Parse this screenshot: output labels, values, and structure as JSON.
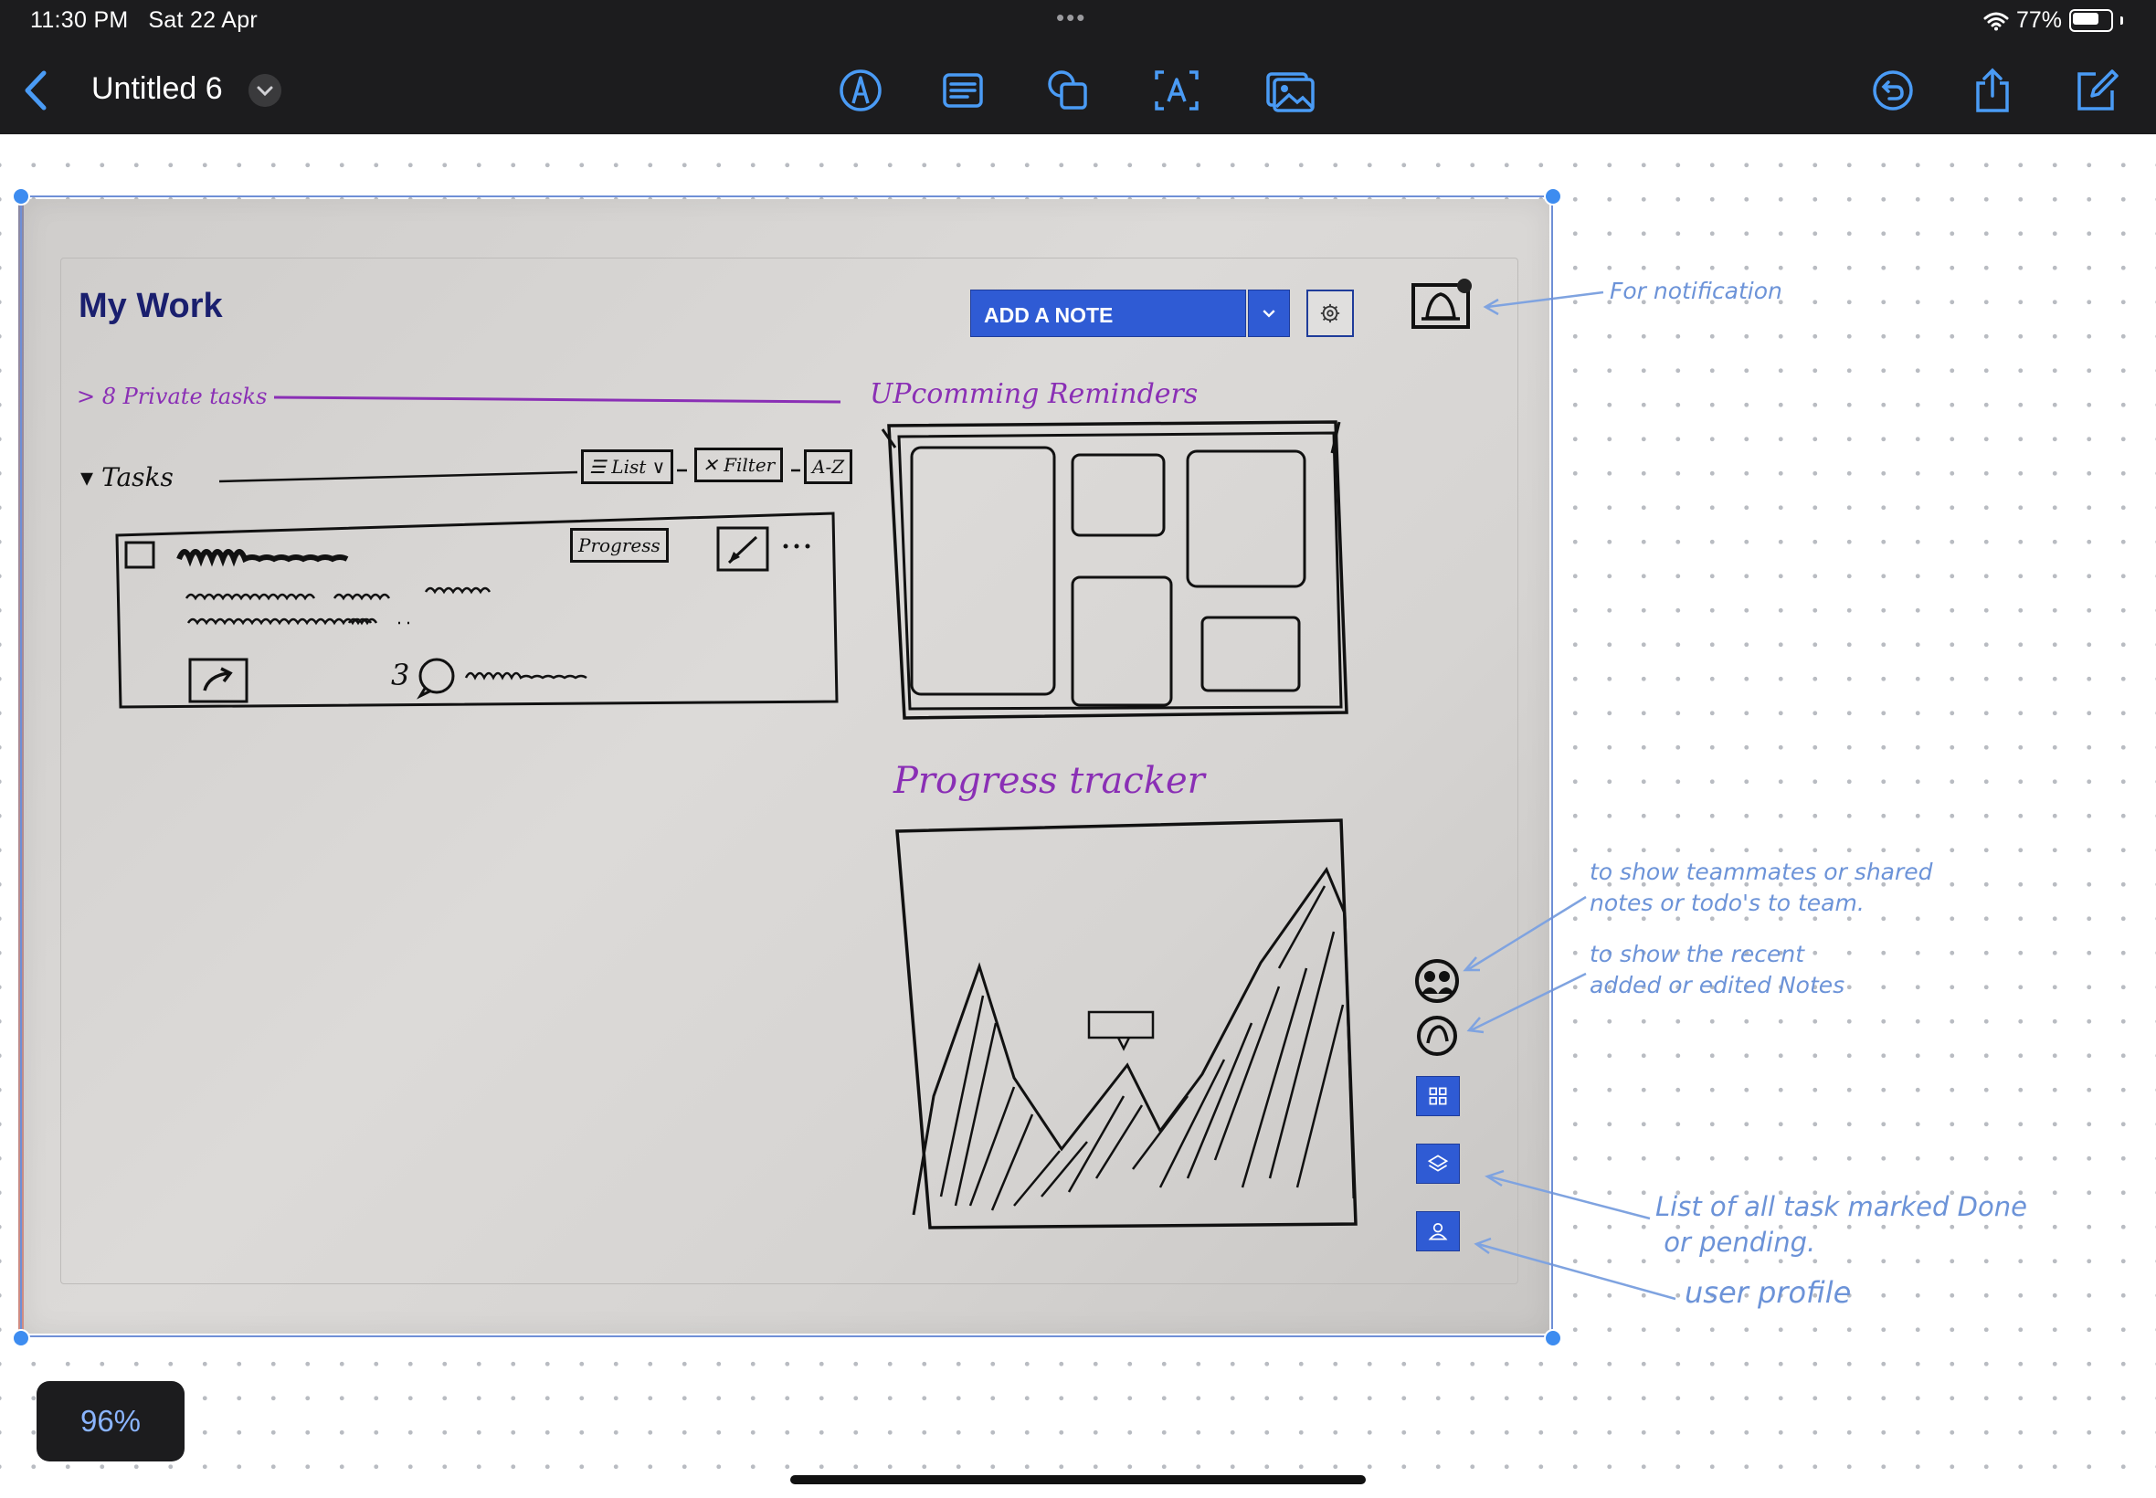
{
  "status": {
    "time": "11:30 PM",
    "date": "Sat 22 Apr",
    "battery": "77%",
    "battery_level": 0.77
  },
  "toolbar": {
    "title": "Untitled 6",
    "tools": [
      "pen-tool-icon",
      "text-box-icon",
      "shapes-icon",
      "text-recognition-icon",
      "image-insert-icon"
    ],
    "right": [
      "undo-icon",
      "share-icon",
      "new-note-icon"
    ]
  },
  "sketch": {
    "title": "My Work",
    "add_note": "ADD A NOTE",
    "private_tasks": "> 8 Private tasks",
    "tasks_label": "Tasks",
    "chips": {
      "list": "List",
      "filter": "Filter",
      "az": "A-Z",
      "progress": "Progress"
    },
    "comment_count": "3",
    "reminders_title": "UPcomming Reminders",
    "progress_title": "Progress tracker"
  },
  "annotations": {
    "notification": "For notification",
    "teammates_1": "to show teammates or shared",
    "teammates_2": "notes or todo's to team.",
    "recent_1": "to show the recent",
    "recent_2": "added or edited Notes",
    "tasklist_1": "List of all task marked Done",
    "tasklist_2": "or pending.",
    "profile": "user profile"
  },
  "zoom": "96%",
  "colors": {
    "toolbar_bg": "#1c1c1e",
    "accent_blue": "#2f5bd4",
    "title_navy": "#1a1f6e",
    "sketch_purple": "#8a2fb5",
    "note_blue": "#6c93d8"
  }
}
